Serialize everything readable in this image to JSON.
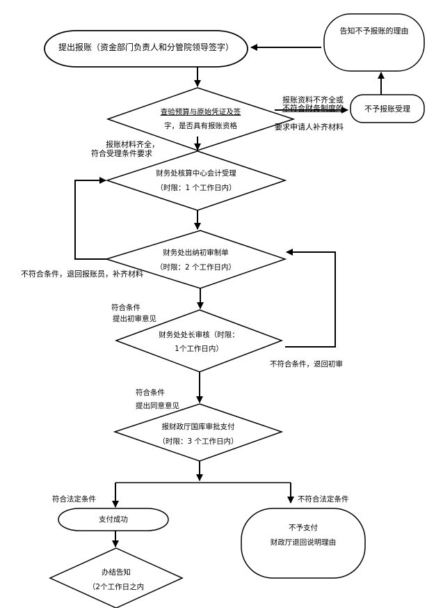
{
  "nodes": {
    "submit": {
      "label": "提出报账（资金部门负责人和分管院领导签字）"
    },
    "notify_reason": {
      "label": "告知不予报账的理由"
    },
    "reject": {
      "label": "不予报账受理"
    },
    "check": {
      "line1": "查验预算与原始凭证及签",
      "line2": "字，是否具有报账资格"
    },
    "accept": {
      "line1": "财务处核算中心会计受理",
      "line2": "（时限：1 个工作日内）"
    },
    "cashier": {
      "line1": "财务处出纳初审制单",
      "line2": "（时限：2 个工作日内）"
    },
    "director": {
      "line1": "财务处处长审核（时限：",
      "line2": "1个工作日内）"
    },
    "treasury": {
      "line1": "报财政厅国库审批支付",
      "line2": "（时限：3 个工作日内）"
    },
    "paid": {
      "label": "支付成功"
    },
    "no_pay": {
      "line1": "不予支付",
      "line2": "财政厅退回说明理由"
    },
    "done": {
      "line1": "办结告知",
      "line2": "（2个工作日之内"
    }
  },
  "edge_labels": {
    "incomplete": {
      "line1": "报账资料不齐全或",
      "line2": "不符合财务制度的",
      "line3": "要求申请人补齐材料"
    },
    "complete": {
      "line1": "报账材料齐全，",
      "line2": "符合受理条件要求"
    },
    "return_applicant": "不符合条件，退回报账员，补齐材料",
    "pass_initial": {
      "line1": "符合条件",
      "line2": "提出初审意见"
    },
    "return_initial": "不符合条件，退回初审",
    "pass_agree": {
      "line1": "符合条件",
      "line2": "提出同意意见"
    },
    "legal_ok": "符合法定条件",
    "legal_fail": "不符合法定条件"
  }
}
